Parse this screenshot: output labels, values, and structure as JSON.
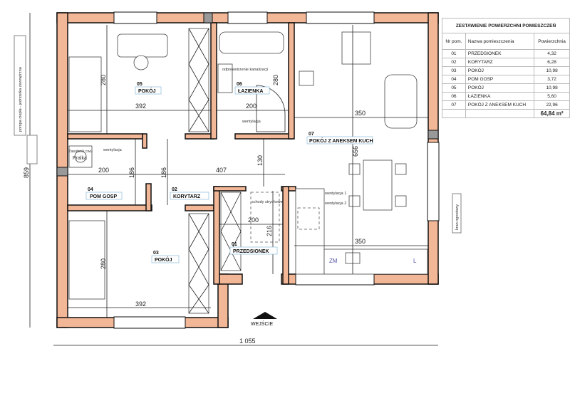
{
  "rooms": {
    "r01": {
      "num": "01",
      "name": "PRZEDSIONEK"
    },
    "r02": {
      "num": "02",
      "name": "KORYTARZ"
    },
    "r03": {
      "num": "03",
      "name": "POKÓJ"
    },
    "r04": {
      "num": "04",
      "name": "POM GOSP"
    },
    "r05": {
      "num": "05",
      "name": "POKÓJ"
    },
    "r06": {
      "num": "06",
      "name": "ŁAZIENKA"
    },
    "r07": {
      "num": "07",
      "name": "POKÓJ Z ANEKSEM KUCH"
    }
  },
  "dimensions": {
    "d392a": "392",
    "d280a": "280",
    "d200a": "200",
    "d280b": "280",
    "d350a": "350",
    "d656": "656",
    "d200b": "200",
    "d186a": "186",
    "d186b": "186",
    "d407": "407",
    "d130": "130",
    "d200c": "200",
    "d216": "216",
    "d350b": "350",
    "d280c": "280",
    "d392b": "392",
    "d1055": "1 055",
    "d859": "859"
  },
  "notes": {
    "pump": "pompa ciepła - jednostka zewnętrzna",
    "went_a": "wentylacja",
    "boiler": "Zasobnik cwu",
    "washer": "Pralka",
    "vent_sewer": "odpowietrzenie kanalizacji",
    "went_b": "wentylacja",
    "stairs": "schody strychowe",
    "went1": "wentylacja 1",
    "went2": "wentylacja 2",
    "zm": "ZM",
    "l": "L",
    "tap": "kran ogrodowy",
    "entrance": "WEJŚCIE"
  },
  "table": {
    "title": "ZESTAWIENIE POWIERZCHNI POMIESZCZEŃ",
    "headers": [
      "Nr pom.",
      "Nazwa pomieszczenia",
      "Powierzchnia"
    ],
    "rows": [
      [
        "01",
        "PRZEDSIONEK",
        "4,32"
      ],
      [
        "02",
        "KORYTARZ",
        "6,28"
      ],
      [
        "03",
        "POKÓJ",
        "10,98"
      ],
      [
        "04",
        "POM GOSP",
        "3,72"
      ],
      [
        "05",
        "POKÓJ",
        "10,98"
      ],
      [
        "06",
        "ŁAZIENKA",
        "5,60"
      ],
      [
        "07",
        "POKÓJ Z ANEKSEM KUCH",
        "22,96"
      ]
    ],
    "total": "64,84 m²"
  },
  "colors": {
    "wall": "#f2b796",
    "label_border": "#9cc4dc"
  }
}
